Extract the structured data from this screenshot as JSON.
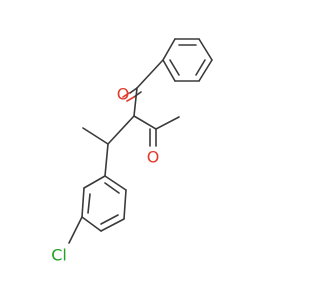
{
  "molecule": {
    "atom_labels": {
      "oxygen_ketone": "O",
      "oxygen_acetyl": "O",
      "chlorine": "Cl"
    },
    "colors": {
      "bond": "#3a3a3a",
      "oxygen": "#e03a2a",
      "chlorine": "#22a022",
      "background": "#ffffff"
    }
  }
}
